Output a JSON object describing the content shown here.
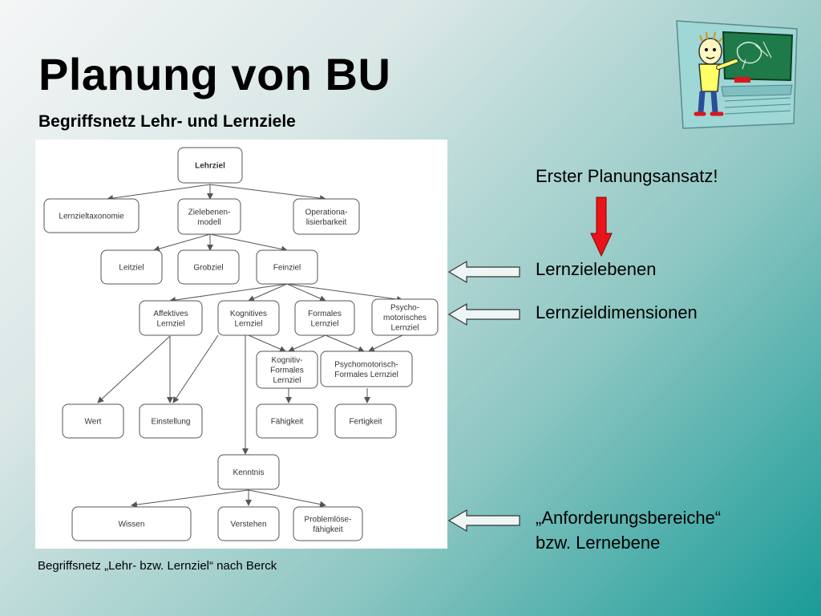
{
  "slide": {
    "title": "Planung von BU",
    "subtitle": "Begriffsnetz Lehr- und Lernziele",
    "caption": "Begriffsnetz „Lehr- bzw. Lernziel“ nach Berck"
  },
  "side": {
    "erster_ansatz": "Erster Planungsansatz!",
    "lernzielebenen": "Lernzielebenen",
    "lernzieldimensionen": "Lernzieldimensionen",
    "anforderung_line1": "„Anforderungsbereiche“",
    "anforderung_line2": "bzw. Lernebene"
  },
  "colors": {
    "down_arrow": "#e8141a",
    "hollow_arrow_fill": "#eef5f5",
    "background_end": "#1a9b97"
  },
  "icons": [
    "teacher-at-blackboard-icon",
    "red-down-arrow-icon",
    "hollow-left-arrow-icon"
  ],
  "diagram": {
    "nodes": {
      "lehrziel": [
        "Lehrziel"
      ],
      "lernzieltaxonomie": [
        "Lernzieltaxonomie"
      ],
      "zielebenenmodell": [
        "Zielebenen-",
        "modell"
      ],
      "operationalisierbarkeit": [
        "Operationa-",
        "lisierbarkeit"
      ],
      "leitziel": [
        "Leitziel"
      ],
      "grobziel": [
        "Grobziel"
      ],
      "feinziel": [
        "Feinziel"
      ],
      "affektives": [
        "Affektives",
        "Lernziel"
      ],
      "kognitives": [
        "Kognitives",
        "Lernziel"
      ],
      "formales": [
        "Formales",
        "Lernziel"
      ],
      "psychomotorisches": [
        "Psycho-",
        "motorisches",
        "Lernziel"
      ],
      "kognitiv_formales": [
        "Kognitiv-",
        "Formales",
        "Lernziel"
      ],
      "psychomotorisch_formales": [
        "Psychomotorisch-",
        "Formales Lernziel"
      ],
      "wert": [
        "Wert"
      ],
      "einstellung": [
        "Einstellung"
      ],
      "faehigkeit": [
        "Fähigkeit"
      ],
      "fertigkeit": [
        "Fertigkeit"
      ],
      "kenntnis": [
        "Kenntnis"
      ],
      "wissen": [
        "Wissen"
      ],
      "verstehen": [
        "Verstehen"
      ],
      "problemloese": [
        "Problemlöse-",
        "fähigkeit"
      ]
    }
  }
}
